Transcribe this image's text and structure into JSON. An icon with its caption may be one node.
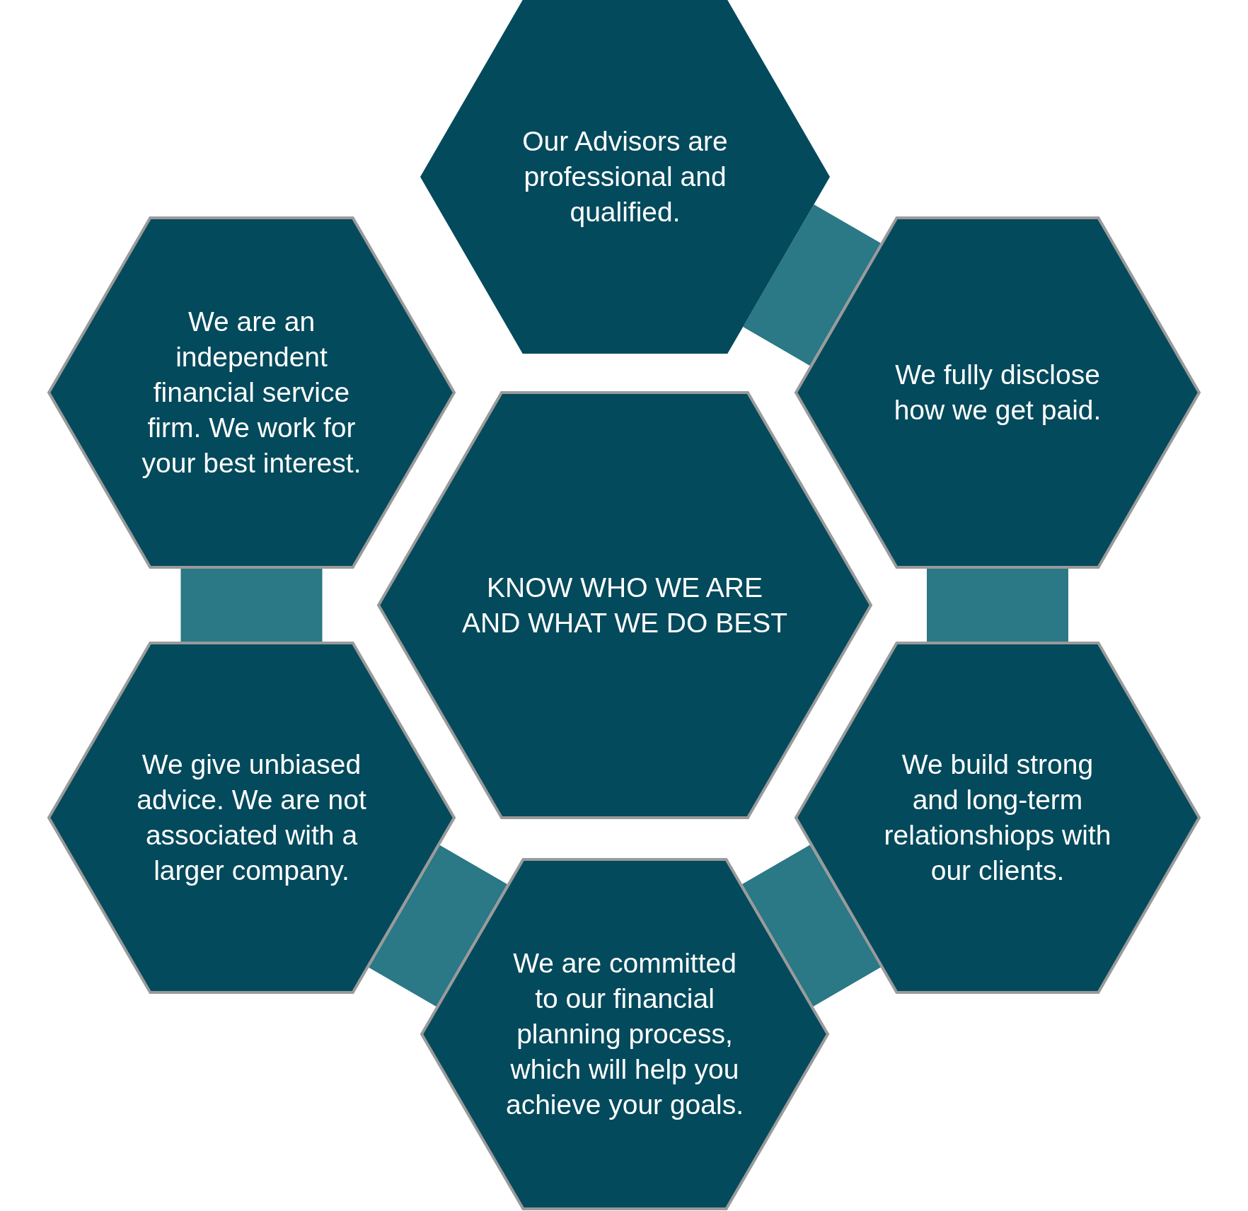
{
  "diagram": {
    "nodes": [
      {
        "text": [
          "Our Advisors are professional and qualified."
        ]
      },
      {
        "text": [
          "We are an independent financial service firm. We work for your best interest."
        ]
      },
      {
        "text": [
          "We fully disclose how we get paid."
        ]
      },
      {
        "text": [
          "KNOW WHO WE ARE AND WHAT WE DO BEST"
        ]
      },
      {
        "text": [
          "We give unbiased advice. We are not associated with a larger company."
        ]
      },
      {
        "text": [
          "We build strong and long-term relationshiops with our clients."
        ]
      },
      {
        "text": [
          "We are committed to our financial planning process, which will help you achieve your goals."
        ]
      }
    ],
    "edges": [
      {
        "from": 0,
        "to": 2,
        "arrow": "none"
      },
      {
        "from": 2,
        "to": 5,
        "arrow": "none"
      },
      {
        "from": 5,
        "to": 6,
        "arrow": "none"
      },
      {
        "from": 6,
        "to": 4,
        "arrow": "none"
      },
      {
        "from": 4,
        "to": 1,
        "arrow": "none"
      }
    ]
  }
}
